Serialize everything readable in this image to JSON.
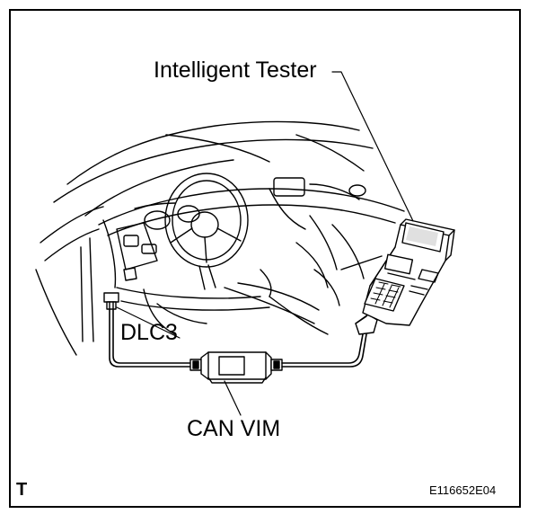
{
  "labels": {
    "intelligent_tester": "Intelligent Tester",
    "dlc3": "DLC3",
    "can_vim": "CAN VIM",
    "corner_mark": "T",
    "figure_code": "E116652E04"
  }
}
